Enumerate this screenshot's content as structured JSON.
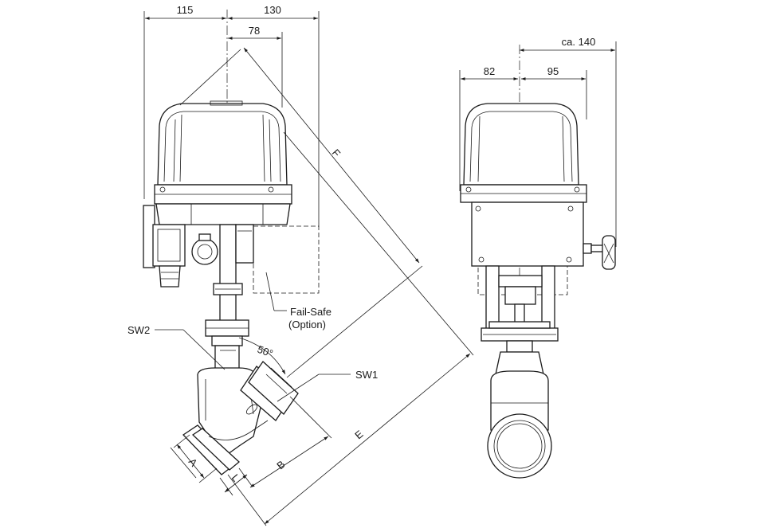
{
  "dimensions": {
    "left_width": "115",
    "right_width": "130",
    "offset": "78",
    "side_total": "ca. 140",
    "side_left": "82",
    "side_right": "95",
    "diagonal_f": "F",
    "diagonal_e": "E",
    "pipe_a": "A",
    "pipe_b": "B",
    "pipe_l": "L",
    "angle": "50°"
  },
  "callouts": {
    "sw2": "SW2",
    "sw1": "SW1",
    "failsafe_line1": "Fail-Safe",
    "failsafe_line2": "(Option)"
  }
}
